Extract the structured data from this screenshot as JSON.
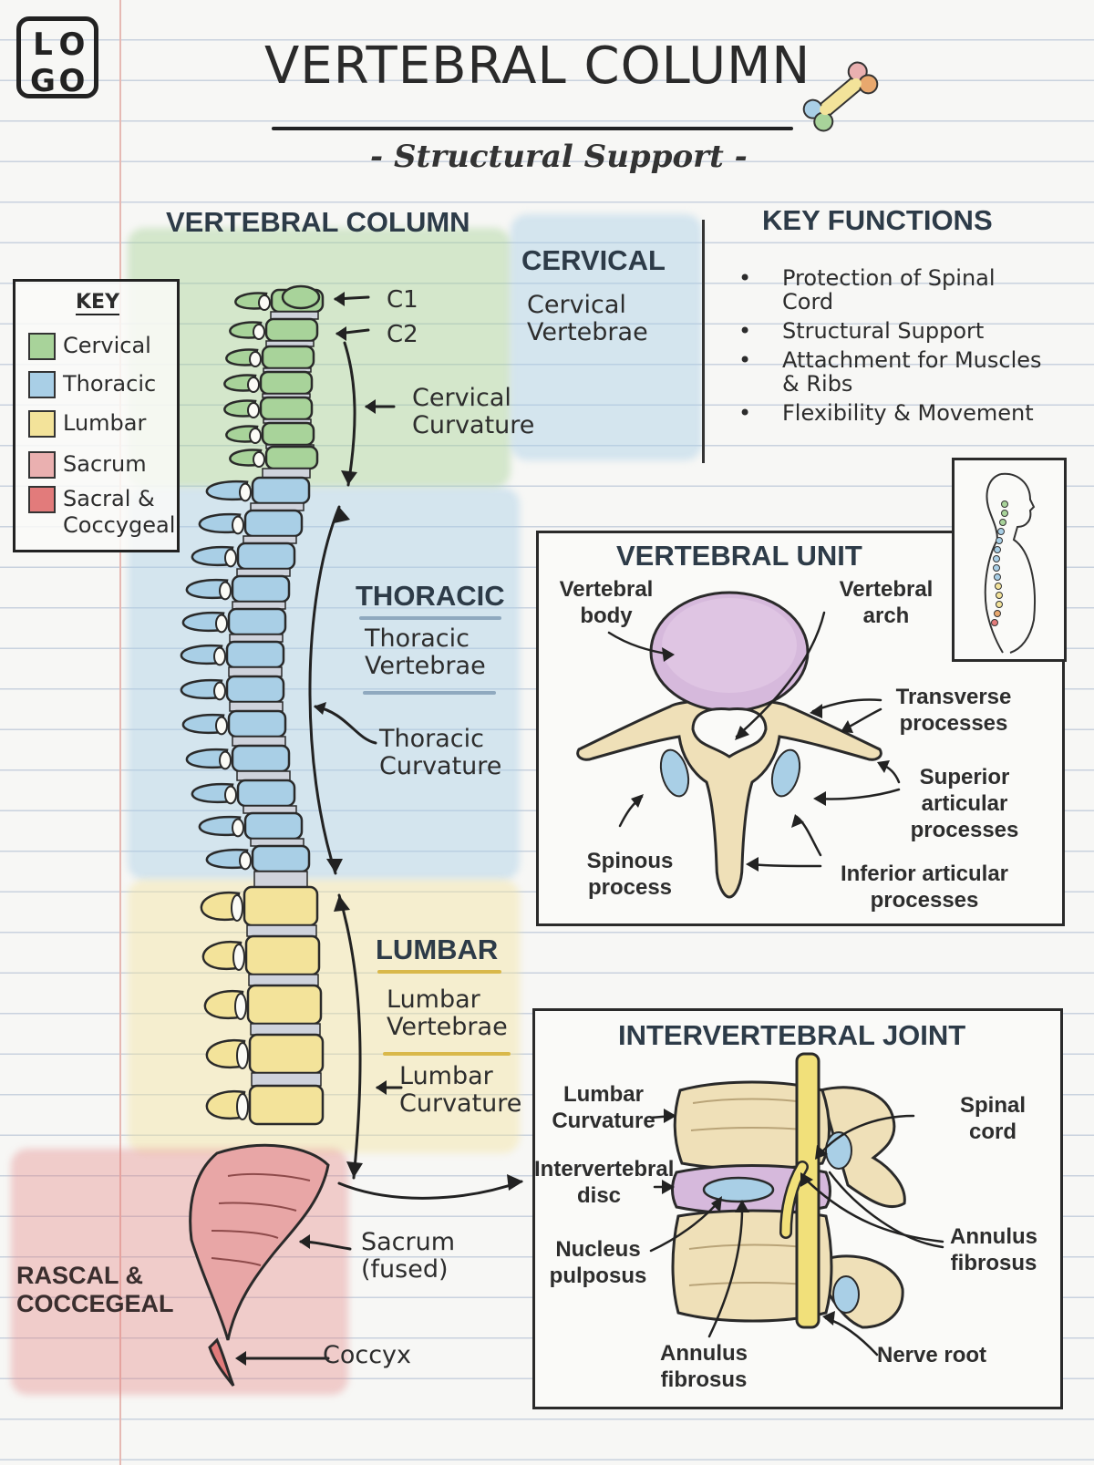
{
  "header": {
    "logo_letters": [
      "L",
      "O",
      "G",
      "O"
    ],
    "title": "VERTEBRAL COLUMN",
    "subtitle": "- Structural Support -"
  },
  "colors": {
    "cervical": "#a8d39a",
    "thoracic": "#a9cfe6",
    "lumbar": "#f3e39a",
    "sacrum": "#eab0b0",
    "coccygeal": "#e27b7b",
    "bone": "#f1e6c6",
    "outline": "#2a2a2a"
  },
  "column": {
    "heading": "VERTEBRAL COLUMN",
    "c1": "C1",
    "c2": "C2",
    "cervical_heading": "CERVICAL",
    "cervical_vertebrae": [
      "Cervical",
      "Vertebrae"
    ],
    "cervical_curvature": [
      "Cervical",
      "Curvature"
    ],
    "thoracic_heading": "THORACIC",
    "thoracic_vertebrae": [
      "Thoracic",
      "Vertebrae"
    ],
    "thoracic_curvature": [
      "Thoracic",
      "Curvature"
    ],
    "lumbar_heading": "LUMBAR",
    "lumbar_vertebrae": [
      "Lumbar",
      "Vertebrae"
    ],
    "lumbar_curvature": [
      "Lumbar",
      "Curvature"
    ],
    "sacrum": [
      "Sacrum",
      "(fused)"
    ],
    "coccyx": "Coccyx",
    "rascal_label": [
      "RASCAL &",
      "COCCEGEAL"
    ]
  },
  "key": {
    "title": "KEY",
    "items": [
      {
        "label": "Cervical",
        "color": "#a8d39a"
      },
      {
        "label": "Thoracic",
        "color": "#a9cfe6"
      },
      {
        "label": "Lumbar",
        "color": "#f3e39a"
      },
      {
        "label": "Sacrum",
        "color": "#eab0b0"
      },
      {
        "label": "Sacral &",
        "label2": "Coccygeal",
        "color": "#e27b7b"
      }
    ]
  },
  "functions": {
    "heading": "KEY FUNCTIONS",
    "items": [
      [
        "Protection of Spinal",
        "Cord"
      ],
      [
        "Structural Support"
      ],
      [
        "Attachment for Muscles",
        "& Ribs"
      ],
      [
        "Flexibility & Movement"
      ]
    ]
  },
  "vertebral_unit": {
    "heading": "VERTEBRAL UNIT",
    "body": [
      "Vertebral",
      "body"
    ],
    "arch": [
      "Vertebral",
      "arch"
    ],
    "transverse": [
      "Transverse",
      "processes"
    ],
    "superior": [
      "Superior",
      "articular",
      "processes"
    ],
    "spinous": [
      "Spinous",
      "process"
    ],
    "inferior": [
      "Inferior articular",
      "processes"
    ]
  },
  "intervertebral_joint": {
    "heading": "INTERVERTEBRAL JOINT",
    "lumbar_curvature": [
      "Lumbar",
      "Curvature"
    ],
    "disc": [
      "Intervertebral",
      "disc"
    ],
    "nucleus": [
      "Nucleus",
      "pulposus"
    ],
    "annulus_bottom": [
      "Annulus",
      "fibrosus"
    ],
    "spinal_cord": [
      "Spinal",
      "cord"
    ],
    "annulus_right": [
      "Annulus",
      "fibrosus"
    ],
    "nerve_root": "Nerve root"
  }
}
